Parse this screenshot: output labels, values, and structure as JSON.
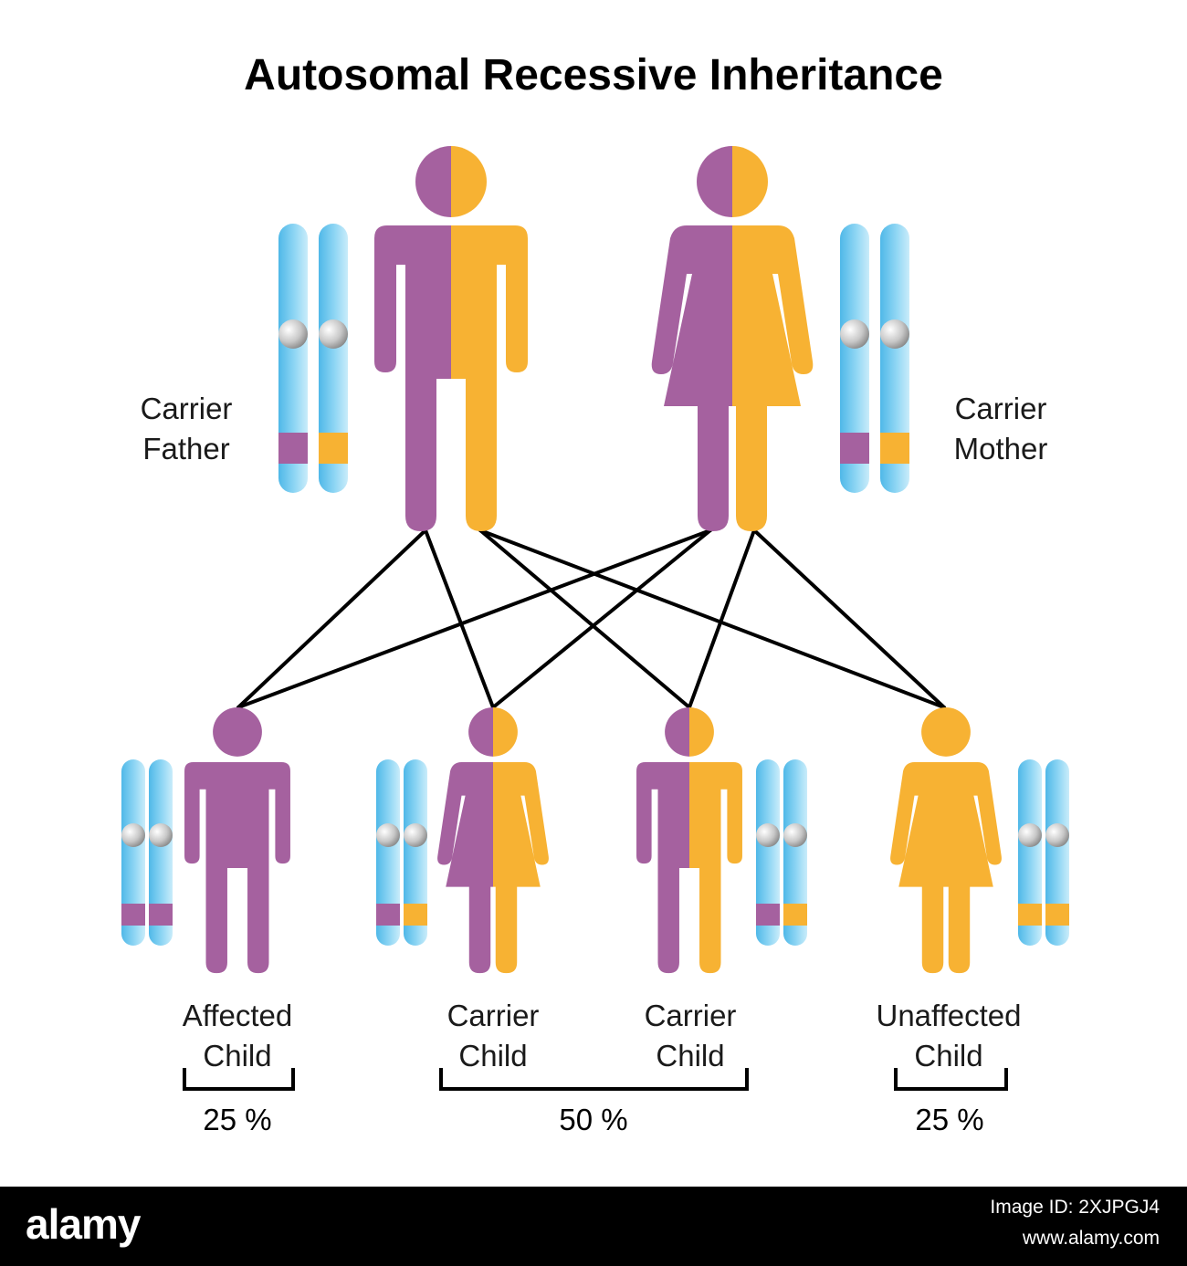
{
  "title": "Autosomal Recessive Inheritance",
  "colors": {
    "affected_allele": "#a5619f",
    "normal_allele": "#f7b233",
    "chromosome": "#6fc8ee",
    "centromere": "#c8c8c8",
    "background": "#ffffff",
    "line": "#000000"
  },
  "parents": [
    {
      "id": "father",
      "label_line1": "Carrier",
      "label_line2": "Father",
      "sex": "male",
      "alleles": [
        "affected",
        "normal"
      ]
    },
    {
      "id": "mother",
      "label_line1": "Carrier",
      "label_line2": "Mother",
      "sex": "female",
      "alleles": [
        "affected",
        "normal"
      ]
    }
  ],
  "children": [
    {
      "id": "affected",
      "label_line1": "Affected",
      "label_line2": "Child",
      "sex": "male",
      "alleles": [
        "affected",
        "affected"
      ]
    },
    {
      "id": "carrier1",
      "label_line1": "Carrier",
      "label_line2": "Child",
      "sex": "female",
      "alleles": [
        "affected",
        "normal"
      ]
    },
    {
      "id": "carrier2",
      "label_line1": "Carrier",
      "label_line2": "Child",
      "sex": "male",
      "alleles": [
        "affected",
        "normal"
      ]
    },
    {
      "id": "unaffected",
      "label_line1": "Unaffected",
      "label_line2": "Child",
      "sex": "female",
      "alleles": [
        "normal",
        "normal"
      ]
    }
  ],
  "outcomes": [
    {
      "percent": "25 %",
      "group": "affected"
    },
    {
      "percent": "50 %",
      "group": "carrier"
    },
    {
      "percent": "25 %",
      "group": "unaffected"
    }
  ],
  "footer": {
    "logo": "alamy",
    "image_id": "Image ID: 2XJPGJ4",
    "site": "www.alamy.com"
  }
}
